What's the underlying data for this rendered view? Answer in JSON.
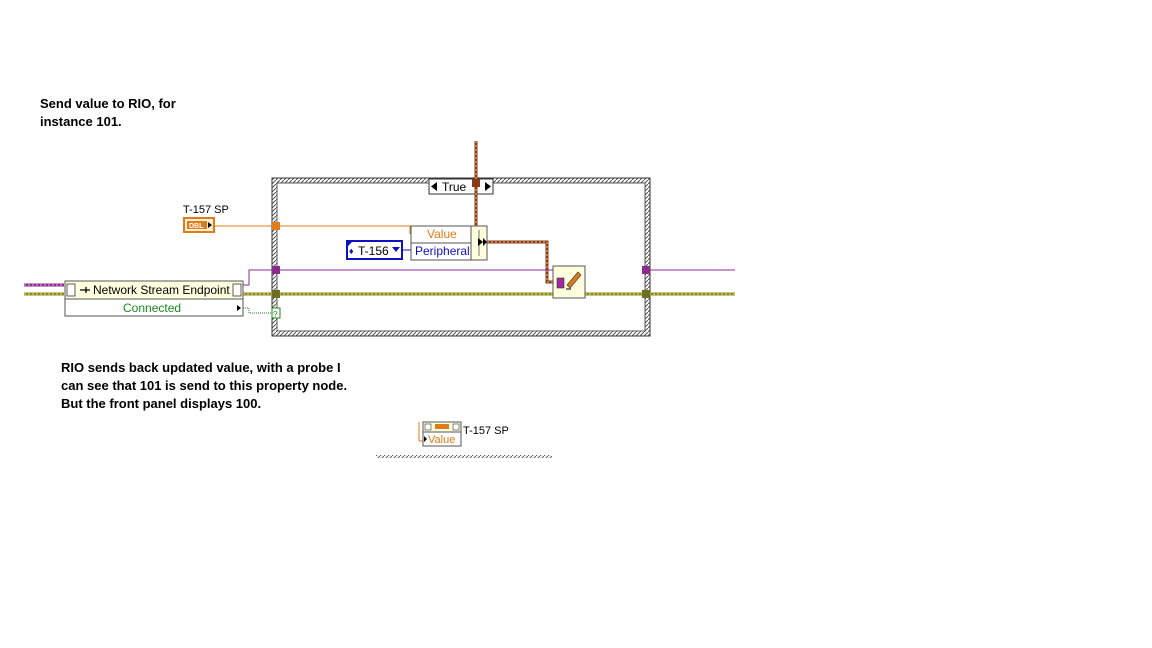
{
  "comments": {
    "send": "Send value to RIO, for\ninstance 101.",
    "receive": "RIO sends back updated value, with a probe I\ncan see that 101 is send to this property node.\nBut the front panel displays 100."
  },
  "case_structure": {
    "selector": "True"
  },
  "control": {
    "label": "T-157 SP",
    "type": "DBL"
  },
  "network_stream": {
    "title": "Network Stream Endpoint",
    "property": "Connected"
  },
  "enum_constant": {
    "value": "T-156"
  },
  "cluster_bundle": {
    "elements": [
      "Value",
      "Peripheral"
    ]
  },
  "property_node": {
    "label": "T-157 SP",
    "property": "Value"
  },
  "colors": {
    "orange": "#e07b1a",
    "purple": "#8a2b8e",
    "olive": "#8a8a1a",
    "green": "#1a8a1a",
    "blue": "#1010c0",
    "brown": "#8a3a10",
    "node_bg": "#ffffe0"
  }
}
